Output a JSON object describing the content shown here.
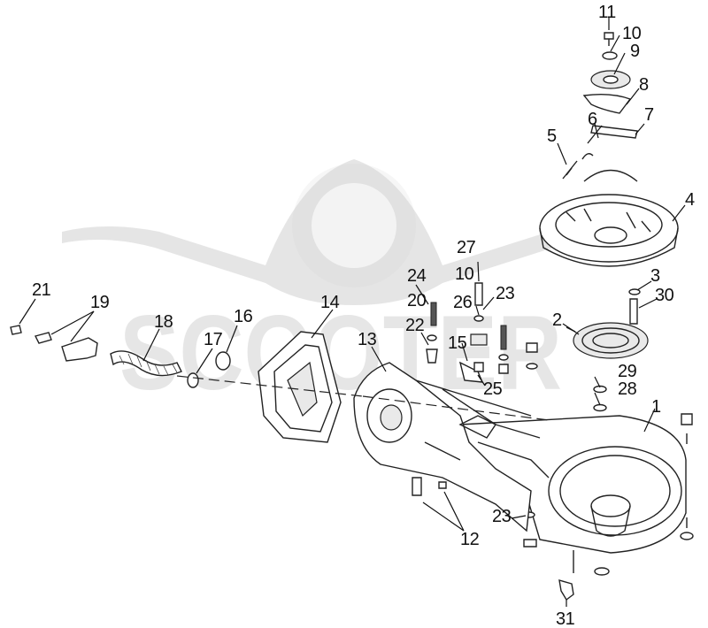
{
  "watermark": {
    "text": "SCOOTER"
  },
  "part_labels": [
    {
      "id": "1",
      "text": "1"
    },
    {
      "id": "2",
      "text": "2"
    },
    {
      "id": "3",
      "text": "3"
    },
    {
      "id": "4",
      "text": "4"
    },
    {
      "id": "5",
      "text": "5"
    },
    {
      "id": "6",
      "text": "6"
    },
    {
      "id": "7",
      "text": "7"
    },
    {
      "id": "8",
      "text": "8"
    },
    {
      "id": "9",
      "text": "9"
    },
    {
      "id": "10a",
      "text": "10"
    },
    {
      "id": "10b",
      "text": "10"
    },
    {
      "id": "11",
      "text": "11"
    },
    {
      "id": "12",
      "text": "12"
    },
    {
      "id": "13",
      "text": "13"
    },
    {
      "id": "14",
      "text": "14"
    },
    {
      "id": "15",
      "text": "15"
    },
    {
      "id": "16",
      "text": "16"
    },
    {
      "id": "17",
      "text": "17"
    },
    {
      "id": "18",
      "text": "18"
    },
    {
      "id": "19",
      "text": "19"
    },
    {
      "id": "20",
      "text": "20"
    },
    {
      "id": "21",
      "text": "21"
    },
    {
      "id": "22",
      "text": "22"
    },
    {
      "id": "23a",
      "text": "23"
    },
    {
      "id": "23b",
      "text": "23"
    },
    {
      "id": "24",
      "text": "24"
    },
    {
      "id": "25",
      "text": "25"
    },
    {
      "id": "26",
      "text": "26"
    },
    {
      "id": "27",
      "text": "27"
    },
    {
      "id": "28",
      "text": "28"
    },
    {
      "id": "29",
      "text": "29"
    },
    {
      "id": "30",
      "text": "30"
    },
    {
      "id": "31",
      "text": "31"
    }
  ]
}
